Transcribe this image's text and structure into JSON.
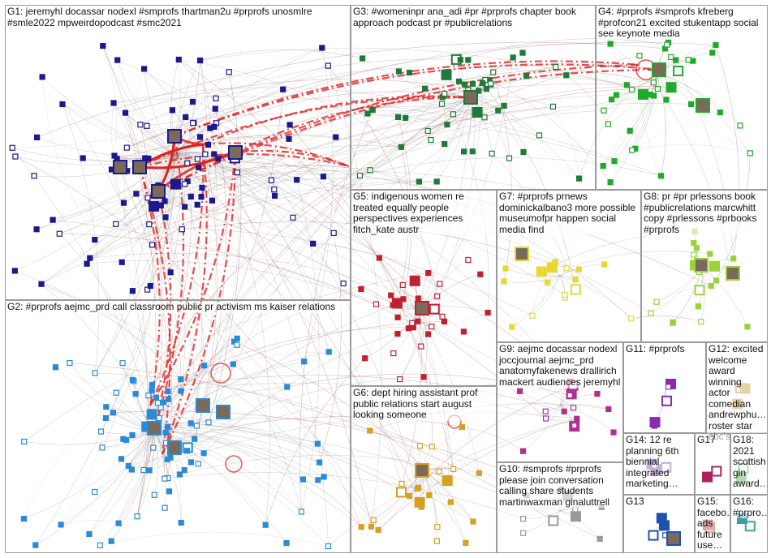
{
  "groups": [
    {
      "id": "G1",
      "label": "G1: jeremyhl docassar nodexl #smprofs thartman2u #prprofs unosmlre #smle2022 mpweirdopodcast #smc2021"
    },
    {
      "id": "G2",
      "label": "G2: #prprofs aejmc_prd call classroom public pr activism ms kaiser relations"
    },
    {
      "id": "G3",
      "label": "G3: #womeninpr ana_adi #pr #prprofs chapter book approach podcast pr #publicrelations"
    },
    {
      "id": "G4",
      "label": "G4: #prprofs #smprofs kfreberg #profcon21 excited stukentapp social see keynote media"
    },
    {
      "id": "G5",
      "label": "G5: indigenous women re treated equally people perspectives experiences fitch_kate austr"
    },
    {
      "id": "G6",
      "label": "G6: dept hiring assistant prof public relations start august looking someone"
    },
    {
      "id": "G7",
      "label": "G7: #prprofs prnews dominickalbano3 more possible museumofpr happen social media find"
    },
    {
      "id": "G8",
      "label": "G8: pr #pr prlessons book #publicrelations marcwhitt copy #prlessons #prbooks #prprofs"
    },
    {
      "id": "G9",
      "label": "G9: aejmc docassar nodexl joccjournal aejmc_prd anatomyfakenews drallirich mackert audiences jeremyhl"
    },
    {
      "id": "G10",
      "label": "G10: #smprofs #prprofs please join conversation calling share students martinwaxman ginaluttrell"
    },
    {
      "id": "G11",
      "label": "G11: #prprofs"
    },
    {
      "id": "G12",
      "label": "G12: excited welcome award winning actor comedian andrewphu… roster star cbc's"
    },
    {
      "id": "G13",
      "label": "G13"
    },
    {
      "id": "G14",
      "label": "G14: 12 re planning 6th biennial integrated marketing…"
    },
    {
      "id": "G15",
      "label": "G15: facebo… ads future use…"
    },
    {
      "id": "G16",
      "label": "G16: #prpro…"
    },
    {
      "id": "G17",
      "label": "G17"
    },
    {
      "id": "G18",
      "label": "G18: 2021 scottish gin award…"
    }
  ],
  "colors": {
    "background": "#ffffff",
    "box_border": "#9a9a9a",
    "edge": "#8c8c8c",
    "edge_strong": "#a04040",
    "highlight_edge": "#e02020",
    "G1": "#1a1a8c",
    "G2": "#2a8ad6",
    "G3": "#1e7a3a",
    "G4": "#1faa2a",
    "G5": "#c02030",
    "G6": "#d8a020",
    "G7": "#e8d830",
    "G8": "#9ad23a",
    "G9": "#b03090",
    "G10": "#9a9a9a",
    "G11": "#8a2ab0",
    "G12": "#c09020",
    "G13": "#2050b0",
    "G14": "#6a3aa0",
    "G15": "#b02020",
    "G16": "#40a0a0",
    "G17": "#b02060",
    "G18": "#40a040"
  }
}
